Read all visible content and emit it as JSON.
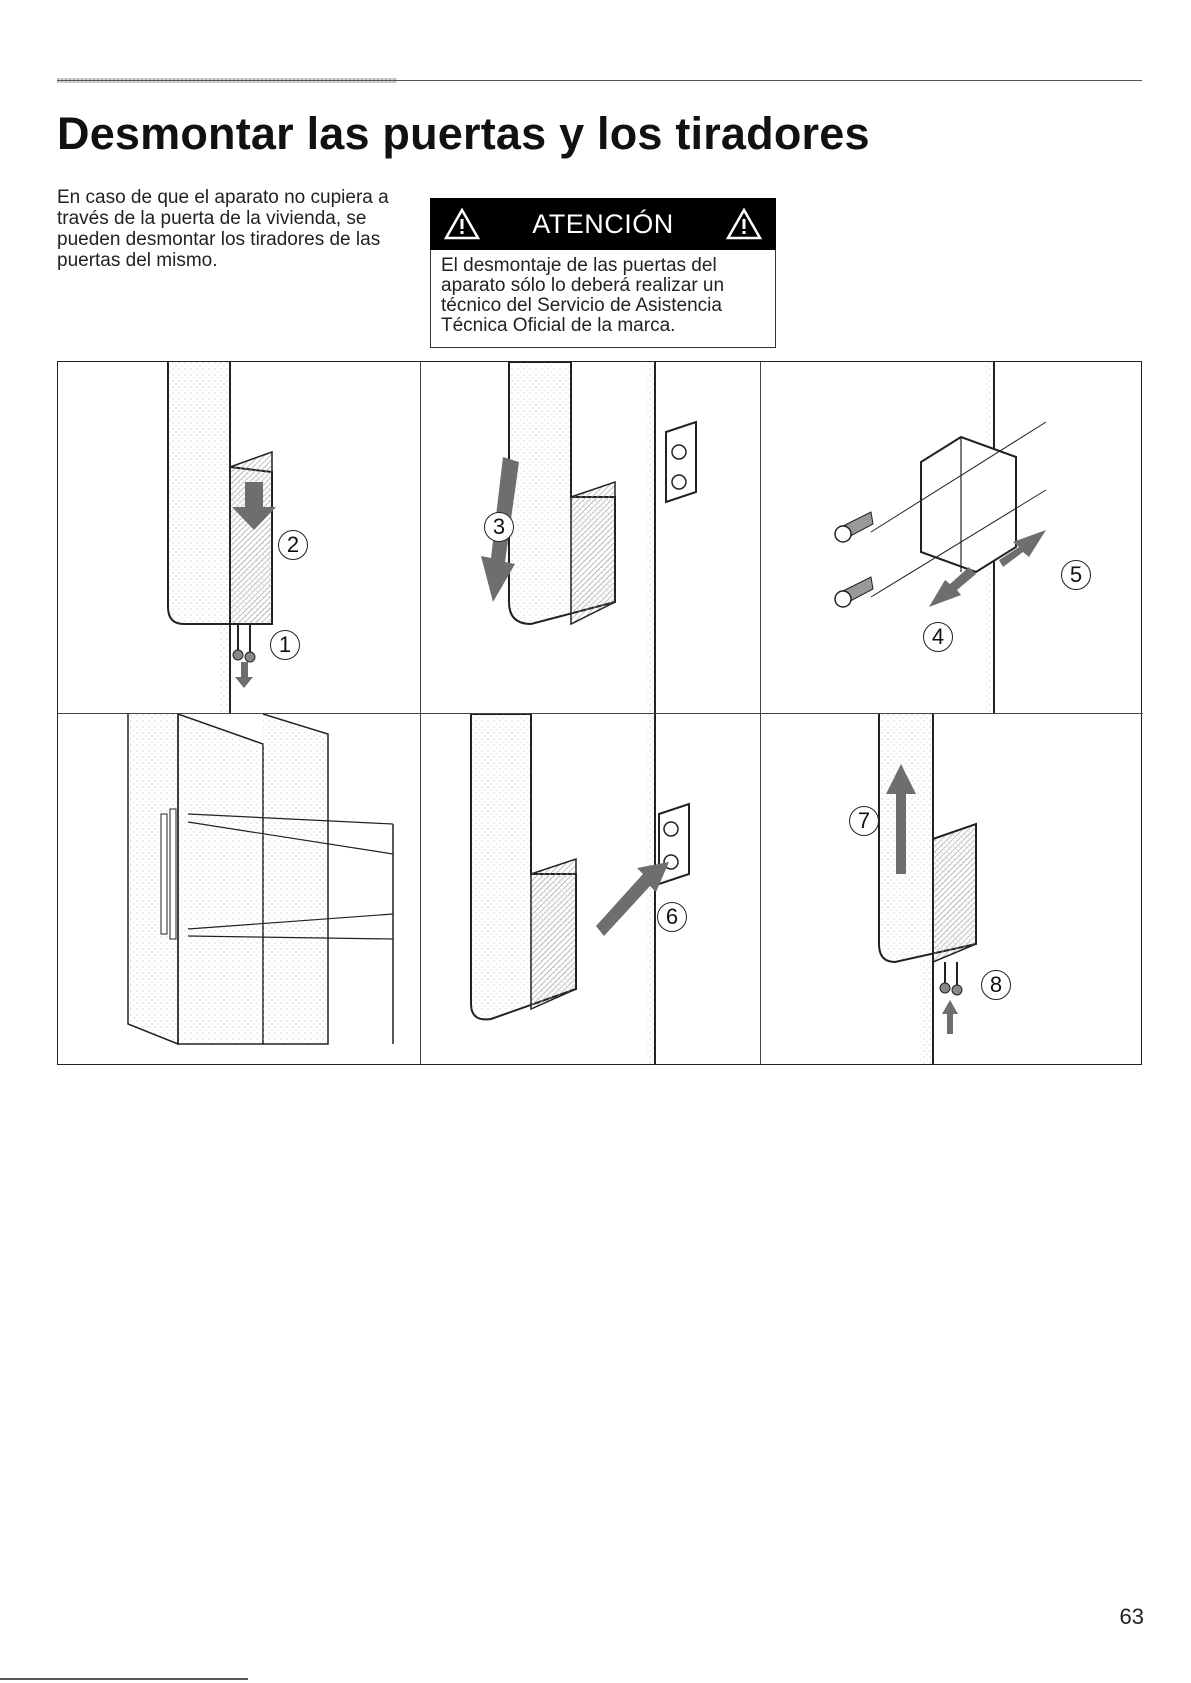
{
  "page": {
    "title": "Desmontar las puertas y los tiradores",
    "intro": "En caso de que el aparato no cupiera a través de la puerta de la vivienda, se pueden desmontar los tiradores de las puertas del mismo.",
    "page_number": "63"
  },
  "warning": {
    "title": "ATENCIÓN",
    "body": "El desmontaje de las puertas del aparato sólo lo deberá realizar un técnico del Servicio de Asistencia Técnica Oficial de la marca."
  },
  "figure": {
    "steps": [
      "1",
      "2",
      "3",
      "4",
      "5",
      "6",
      "7",
      "8"
    ]
  },
  "colors": {
    "text": "#1a1a1a",
    "warning_header_bg": "#000000",
    "warning_header_text": "#ffffff",
    "arrow": "#6e6e6e"
  }
}
